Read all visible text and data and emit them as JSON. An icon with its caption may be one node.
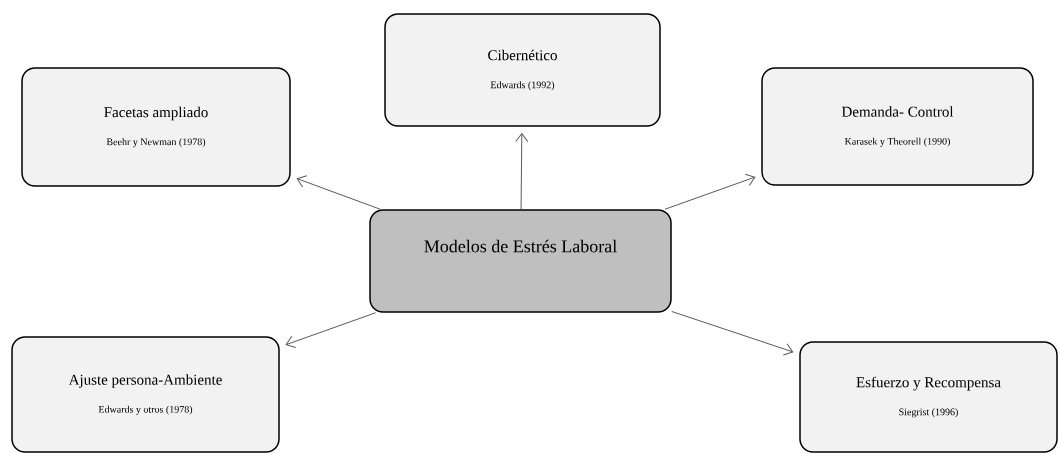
{
  "diagram": {
    "nodes": [
      {
        "text": [
          "Cibernético",
          "Edwards (1992)"
        ]
      },
      {
        "text": [
          "Facetas ampliado",
          "Beehr y Newman (1978)"
        ]
      },
      {
        "text": [
          "Demanda- Control",
          "Karasek y Theorell (1990)"
        ]
      },
      {
        "text": [
          "Modelos de Estrés Laboral"
        ]
      },
      {
        "text": [
          "Ajuste persona-Ambiente",
          "Edwards y otros (1978)"
        ]
      },
      {
        "text": [
          "Esfuerzo y Recompensa",
          "Siegrist (1996)"
        ]
      }
    ],
    "edges": [
      {
        "from": 3,
        "to": 0,
        "arrow": "to"
      },
      {
        "from": 3,
        "to": 1,
        "arrow": "to"
      },
      {
        "from": 3,
        "to": 2,
        "arrow": "to"
      },
      {
        "from": 3,
        "to": 4,
        "arrow": "to"
      },
      {
        "from": 3,
        "to": 5,
        "arrow": "to"
      }
    ]
  }
}
